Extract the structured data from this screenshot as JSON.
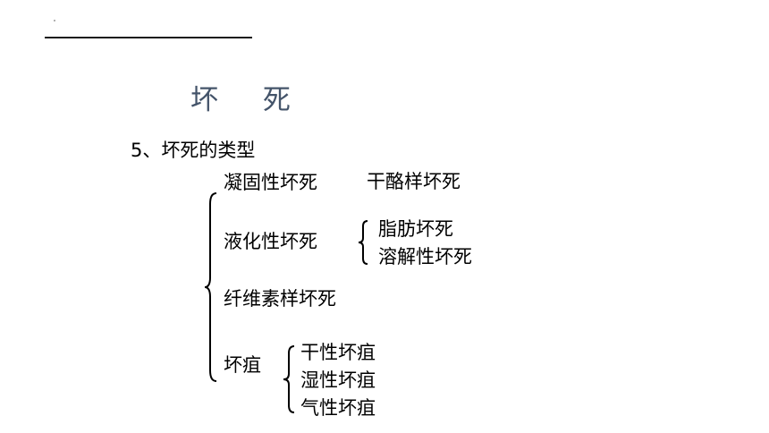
{
  "slide": {
    "title": "坏 死",
    "heading": "5、坏死的类型",
    "types": {
      "coagulative": "凝固性坏死",
      "caseous": "干酪样坏死",
      "liquefactive": "液化性坏死",
      "fat": "脂肪坏死",
      "lytic": "溶解性坏死",
      "fibrinoid": "纤维素样坏死",
      "gangrene": "坏疽",
      "dry_gangrene": "干性坏疽",
      "wet_gangrene": "湿性坏疽",
      "gas_gangrene": "气性坏疽"
    }
  }
}
